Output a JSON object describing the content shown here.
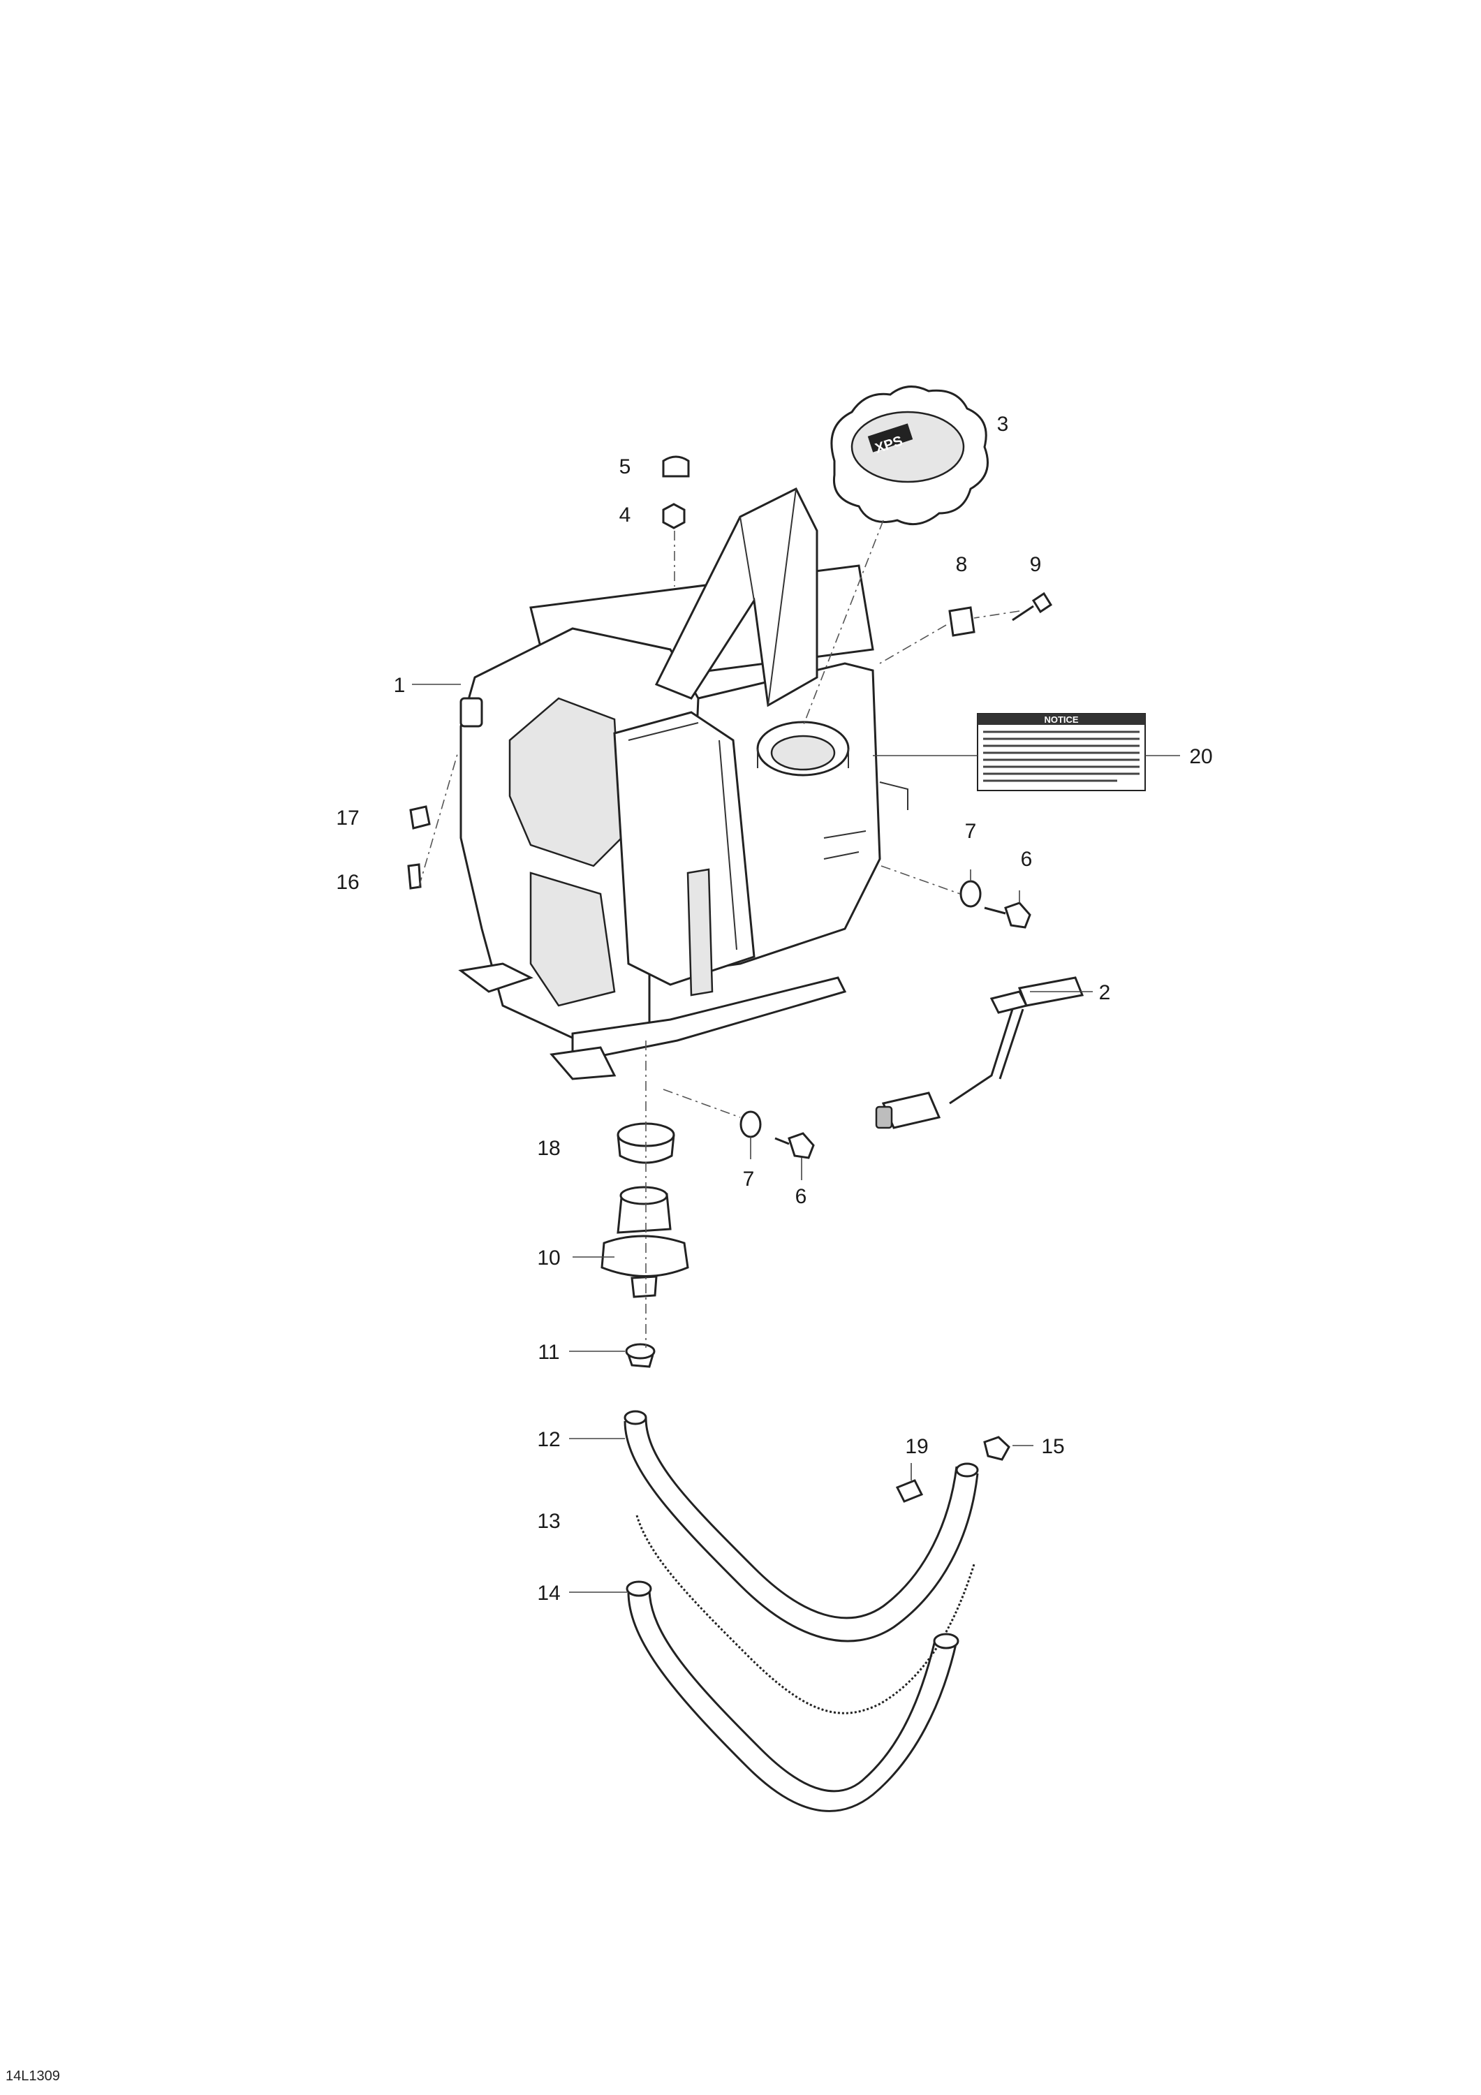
{
  "reference_code": "14L1309",
  "labels": {
    "p1": "1",
    "p2": "2",
    "p3": "3",
    "p4": "4",
    "p5": "5",
    "p6a": "6",
    "p6b": "6",
    "p7a": "7",
    "p7b": "7",
    "p8": "8",
    "p9": "9",
    "p10": "10",
    "p11": "11",
    "p12": "12",
    "p13": "13",
    "p14": "14",
    "p15": "15",
    "p16": "16",
    "p17": "17",
    "p18": "18",
    "p19": "19",
    "p20": "20"
  },
  "cap_logo": "XPS",
  "decal_title": "NOTICE"
}
